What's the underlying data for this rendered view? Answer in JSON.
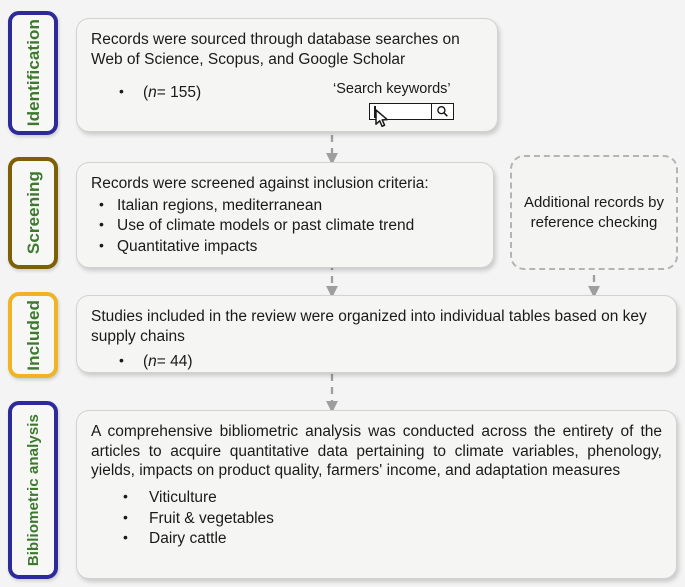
{
  "diagram": {
    "title": "PRISMA-style literature screening flow diagram",
    "background_color": "#f4f4f4",
    "label_text_color": "#3d7a2e"
  },
  "stages": [
    {
      "id": "identification",
      "label": "Identification",
      "border_color": "#2d2a9c"
    },
    {
      "id": "screening",
      "label": "Screening",
      "border_color": "#7d5f06"
    },
    {
      "id": "included",
      "label": "Included",
      "border_color": "#f0b323"
    },
    {
      "id": "bibliometric",
      "label": "Bibliometric analysis",
      "border_color": "#2d2a9c"
    }
  ],
  "boxes": {
    "identification": {
      "body": "Records were sourced through database searches on Web of Science, Scopus, and Google Scholar",
      "bullets": [
        {
          "prefix": "(",
          "italic": "n",
          "suffix": "= 155)"
        }
      ]
    },
    "screening": {
      "body": "Records were screened against inclusion criteria:",
      "bullets": [
        "Italian regions, mediterranean",
        "Use of climate models or past climate trend",
        "Quantitative impacts"
      ]
    },
    "additional": {
      "body": "Additional records by reference checking"
    },
    "included": {
      "body": "Studies included in the review were organized into individual tables based on key supply chains",
      "bullets": [
        {
          "prefix": "(",
          "italic": "n",
          "suffix": "= 44)"
        }
      ]
    },
    "bibliometric": {
      "body": "A comprehensive bibliometric analysis was conducted across the entirety of the articles to acquire quantitative data pertaining to climate variables, phenology, yields, impacts on product quality, farmers' income, and adaptation measures",
      "bullets": [
        "Viticulture",
        "Fruit & vegetables",
        "Dairy cattle"
      ]
    }
  },
  "search_widget": {
    "caption": "‘Search keywords’",
    "input_value": "",
    "input_placeholder": "",
    "button_icon": "search-icon",
    "cursor_icon": "mouse-pointer-icon"
  },
  "connectors": {
    "color": "#a0a0a0",
    "style": "dashed",
    "items": [
      {
        "from": "identification",
        "to": "screening"
      },
      {
        "from": "screening",
        "to": "included"
      },
      {
        "from": "additional",
        "to": "included"
      },
      {
        "from": "included",
        "to": "bibliometric"
      }
    ]
  }
}
